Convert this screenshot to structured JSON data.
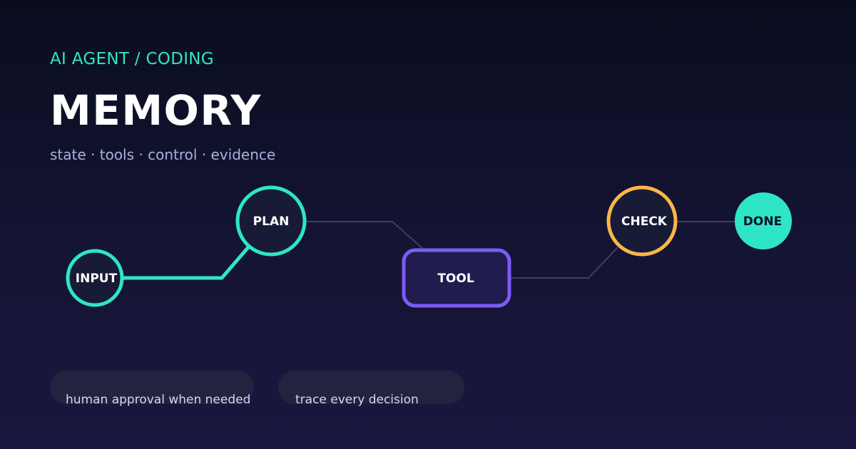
{
  "header": {
    "eyebrow": "AI AGENT / CODING",
    "title": "MEMORY",
    "subtitle": "state · tools · control · evidence"
  },
  "diagram": {
    "nodes": [
      {
        "id": "input",
        "label": "INPUT",
        "shape": "circle",
        "style": "outline",
        "color": "#2ee6c6"
      },
      {
        "id": "plan",
        "label": "PLAN",
        "shape": "circle",
        "style": "outline",
        "color": "#2ee6c6"
      },
      {
        "id": "tool",
        "label": "TOOL",
        "shape": "rounded-rect",
        "style": "outline",
        "color": "#7b5cf5"
      },
      {
        "id": "check",
        "label": "CHECK",
        "shape": "circle",
        "style": "outline",
        "color": "#ffb648"
      },
      {
        "id": "done",
        "label": "DONE",
        "shape": "circle",
        "style": "filled",
        "color": "#2ee6c6"
      }
    ],
    "edges": [
      {
        "from": "input",
        "to": "plan",
        "style": "highlight",
        "color": "#2ee6c6"
      },
      {
        "from": "plan",
        "to": "tool",
        "style": "muted",
        "color": "#3e3d6b"
      },
      {
        "from": "tool",
        "to": "check",
        "style": "muted",
        "color": "#3e3d6b"
      },
      {
        "from": "check",
        "to": "done",
        "style": "muted",
        "color": "#3e3d6b"
      }
    ]
  },
  "footer": {
    "pills": [
      {
        "label": "human approval when needed"
      },
      {
        "label": "trace every decision"
      }
    ]
  },
  "colors": {
    "accent": "#2ee6c6",
    "tool": "#7b5cf5",
    "check": "#ffb648",
    "node_fill": "#171b36",
    "tool_fill": "#201c4e"
  }
}
